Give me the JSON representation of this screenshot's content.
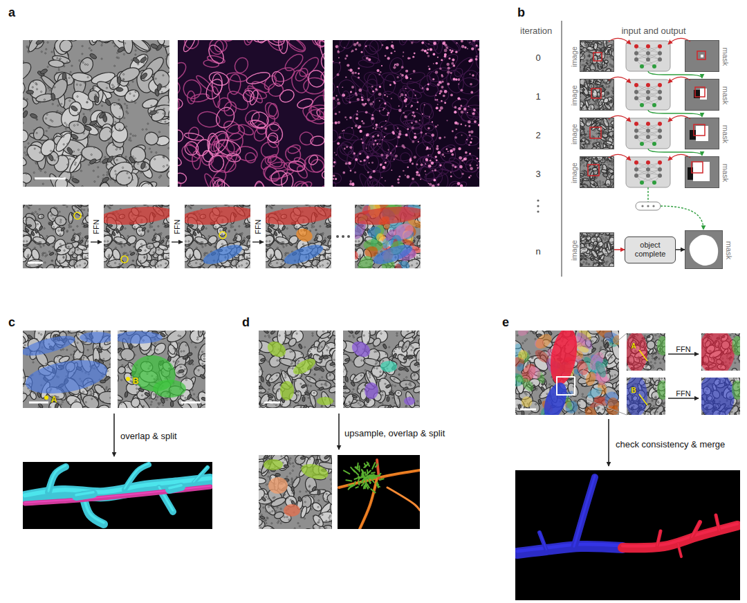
{
  "diagram": {
    "nodes": [
      {
        "text": [
          "image"
        ]
      },
      {
        "text": [
          "mask"
        ]
      },
      {
        "text": [
          "image"
        ]
      },
      {
        "text": [
          "mask"
        ]
      },
      {
        "text": [
          "image"
        ]
      },
      {
        "text": [
          "mask"
        ]
      },
      {
        "text": [
          "image"
        ]
      },
      {
        "text": [
          "mask"
        ]
      },
      {
        "text": [
          "image"
        ]
      },
      {
        "text": [
          "object complete"
        ]
      },
      {
        "text": [
          "mask"
        ]
      }
    ],
    "edges": [
      {
        "from": 8,
        "to": 9,
        "arrow": "to"
      },
      {
        "from": 9,
        "to": 10,
        "arrow": "to"
      }
    ],
    "labels": [
      "a",
      "FFN",
      "FFN",
      "FFN",
      "b",
      "iteration",
      "input and output",
      "0",
      "1",
      "2",
      "3",
      "n",
      "c",
      "A",
      "B",
      "overlap & split",
      "d",
      "upsample, overlap & split",
      "e",
      "A",
      "B",
      "FFN",
      "FFN",
      "check consistency & merge"
    ]
  }
}
